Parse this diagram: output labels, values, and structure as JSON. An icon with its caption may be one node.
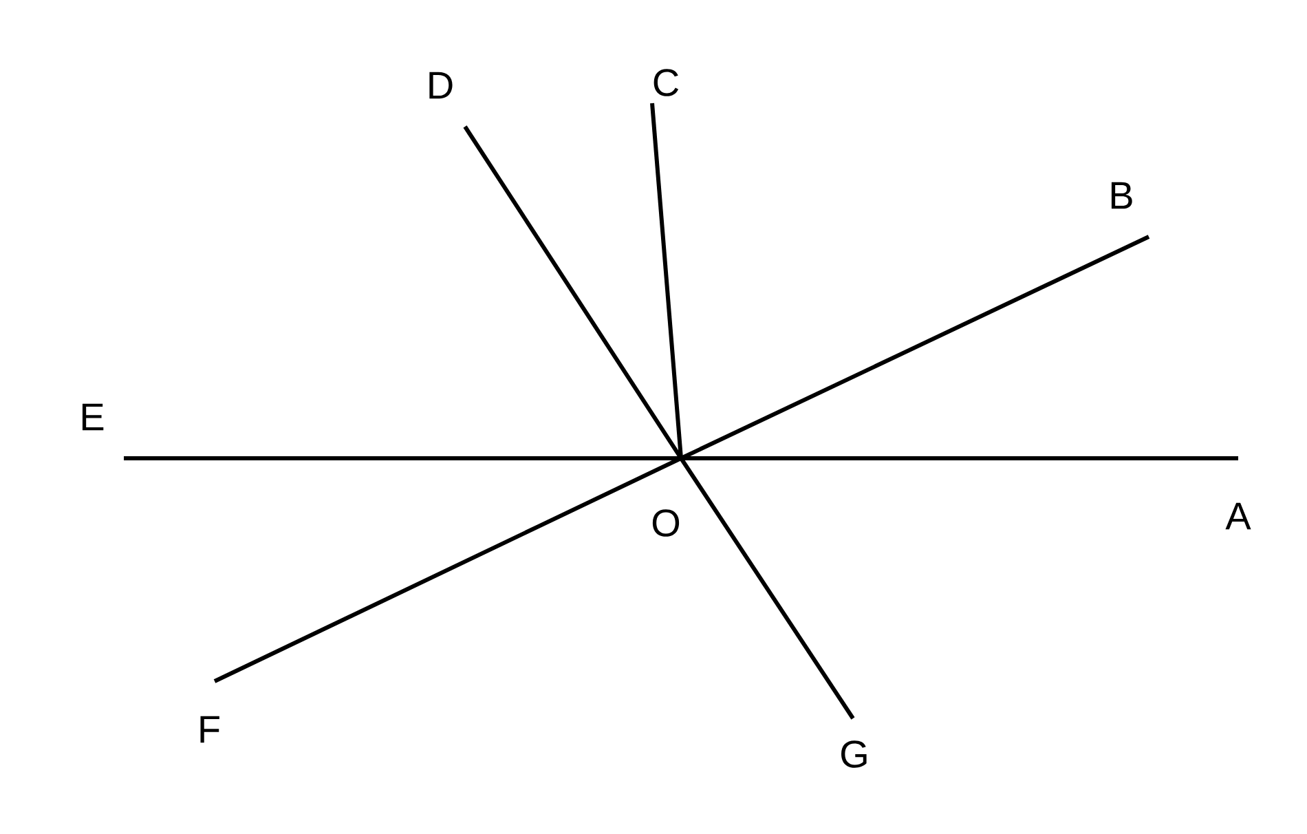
{
  "diagram": {
    "nodes": [
      {
        "text": [
          "C"
        ]
      },
      {
        "text": [
          "D"
        ]
      },
      {
        "text": [
          "B"
        ]
      },
      {
        "text": [
          "E"
        ]
      },
      {
        "text": [
          "O"
        ]
      },
      {
        "text": [
          "A"
        ]
      },
      {
        "text": [
          "F"
        ]
      },
      {
        "text": [
          "G"
        ]
      }
    ],
    "edges": [
      {
        "from": 4,
        "to": 5,
        "arrow": "none"
      },
      {
        "from": 4,
        "to": 2,
        "arrow": "none"
      },
      {
        "from": 4,
        "to": 0,
        "arrow": "none"
      },
      {
        "from": 4,
        "to": 1,
        "arrow": "none"
      },
      {
        "from": 4,
        "to": 3,
        "arrow": "none"
      },
      {
        "from": 4,
        "to": 6,
        "arrow": "none"
      },
      {
        "from": 4,
        "to": 7,
        "arrow": "none"
      }
    ]
  }
}
